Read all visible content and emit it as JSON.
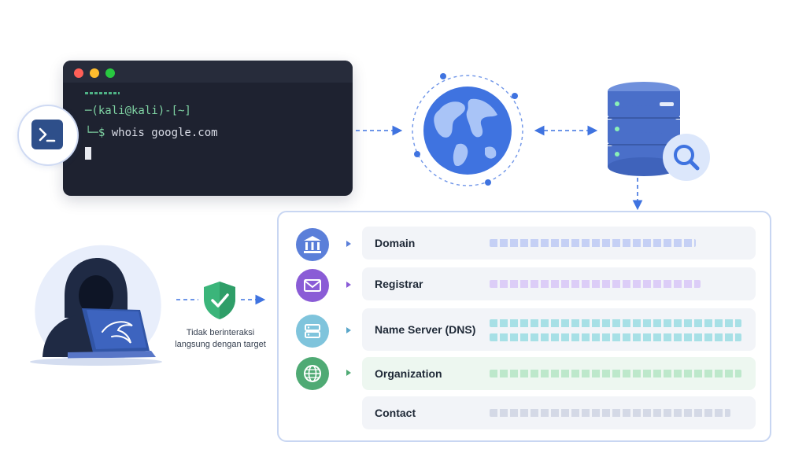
{
  "terminal": {
    "dots": [
      "#ff5f57",
      "#febc2e",
      "#28c840"
    ],
    "prompt_line": "─(kali@kali)-[~]",
    "command_prefix": "└─$ ",
    "command": "whois google.com"
  },
  "caption": {
    "line1": "Tidak berinteraksi",
    "line2": "langsung dengan target"
  },
  "records": [
    {
      "label": "Domain",
      "icon": "bank-icon",
      "color": "#5b7fd9",
      "bar_color": "#c5d0f5"
    },
    {
      "label": "Registrar",
      "icon": "envelope-icon",
      "color": "#8a5cd6",
      "bar_color": "#dccdf7"
    },
    {
      "label": "Name Server (DNS)",
      "icon": "server-icon",
      "color": "#5aa6c9",
      "bar_color": "#a7e0e6"
    },
    {
      "label": "Organization",
      "icon": "globe-icon",
      "color": "#4faa74",
      "bar_color": "#bde8cb"
    },
    {
      "label": "Contact",
      "icon": "none",
      "color": "#9aa4b8",
      "bar_color": "#d4d9e6"
    }
  ],
  "colors": {
    "accent": "#3f73e0",
    "shield": "#3bb57a",
    "globe": "#3f73e0",
    "database": "#4a6fc9"
  }
}
